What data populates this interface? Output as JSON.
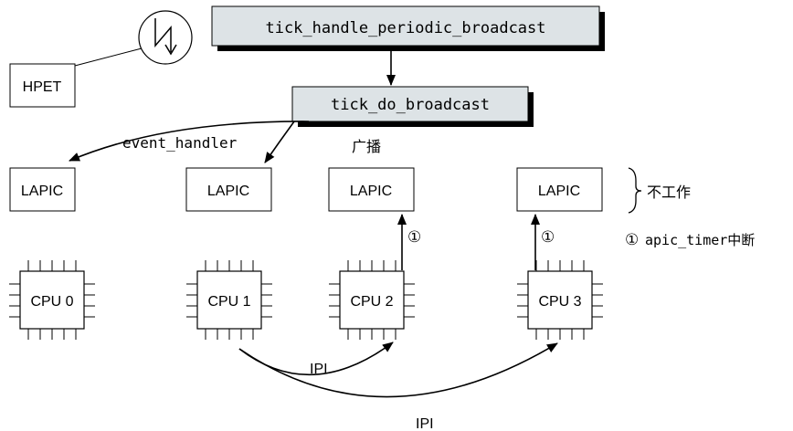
{
  "functions": {
    "periodic": "tick_handle_periodic_broadcast",
    "broadcast": "tick_do_broadcast"
  },
  "hpet": {
    "label": "HPET"
  },
  "edge_label": "event_handler",
  "broadcast_label": "广播",
  "lapic": [
    {
      "label": "LAPIC"
    },
    {
      "label": "LAPIC"
    },
    {
      "label": "LAPIC"
    },
    {
      "label": "LAPIC"
    }
  ],
  "cpus": [
    {
      "label": "CPU 0"
    },
    {
      "label": "CPU 1"
    },
    {
      "label": "CPU 2"
    },
    {
      "label": "CPU 3"
    }
  ],
  "idle_note": "不工作",
  "marker": "①",
  "legend": {
    "marker": "①",
    "text": "apic_timer中断"
  },
  "ipi": [
    "IPI",
    "IPI"
  ],
  "colors": {
    "box_fill": "#dde3e6",
    "line": "#000000"
  }
}
